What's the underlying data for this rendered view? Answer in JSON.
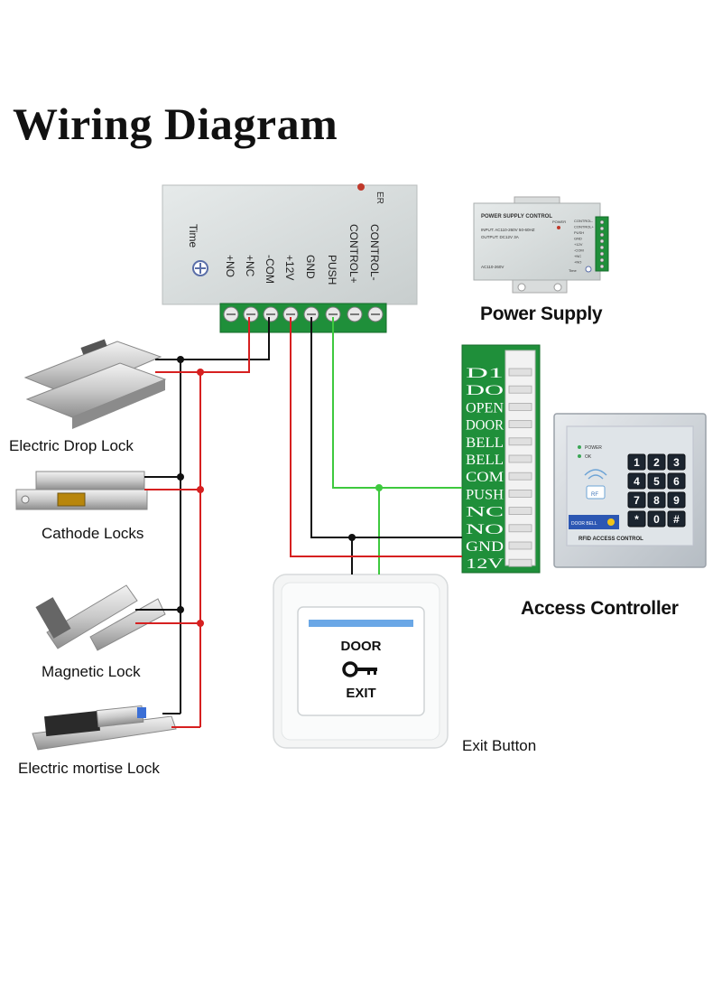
{
  "title": "Wiring Diagram",
  "main_box": {
    "timer_label": "Time",
    "terminals": [
      "+NO",
      "+NC",
      "-COM",
      "+12V",
      "GND",
      "PUSH",
      "CONTROL+",
      "CONTROL-"
    ],
    "top_cut_text": "ER"
  },
  "power_supply": {
    "label": "Power Supply",
    "mini_title": "POWER SUPPLY CONTROL",
    "mini_input": "INPUT: AC110-260V 50-60HZ",
    "mini_output": "OUTPUT: DC12V 3A",
    "mini_ac": "AC110-260V",
    "mini_power": "POWER",
    "mini_time": "Time",
    "mini_terminals": [
      "CONTROL-",
      "CONTROL+",
      "PUSH",
      "GND",
      "+12V",
      "-COM",
      "+NC",
      "+NO"
    ]
  },
  "access_controller": {
    "label": "Access Controller",
    "terminals": [
      "D1",
      "DO",
      "OPEN",
      "DOOR",
      "BELL",
      "BELL",
      "COM",
      "PUSH",
      "NC",
      "NO",
      "GND",
      "12V"
    ],
    "keypad_keys": [
      "1",
      "2",
      "3",
      "4",
      "5",
      "6",
      "7",
      "8",
      "9",
      "*",
      "0",
      "#"
    ],
    "led_power": "POWER",
    "led_ok": "OK",
    "rf_badge": "RF",
    "doorbell": "DOOR BELL",
    "footer": "RFID ACCESS CONTROL"
  },
  "exit_button": {
    "label": "Exit Button",
    "top_text": "DOOR",
    "bottom_text": "EXIT"
  },
  "locks": [
    {
      "label": "Electric Drop Lock"
    },
    {
      "label": "Cathode Locks"
    },
    {
      "label": "Magnetic Lock"
    },
    {
      "label": "Electric mortise Lock"
    }
  ],
  "colors": {
    "wire_black": "#111111",
    "wire_red": "#d62020",
    "wire_green": "#3ec93e",
    "terminal_green": "#1f8f3a",
    "box_gray": "#d7dcdc"
  }
}
